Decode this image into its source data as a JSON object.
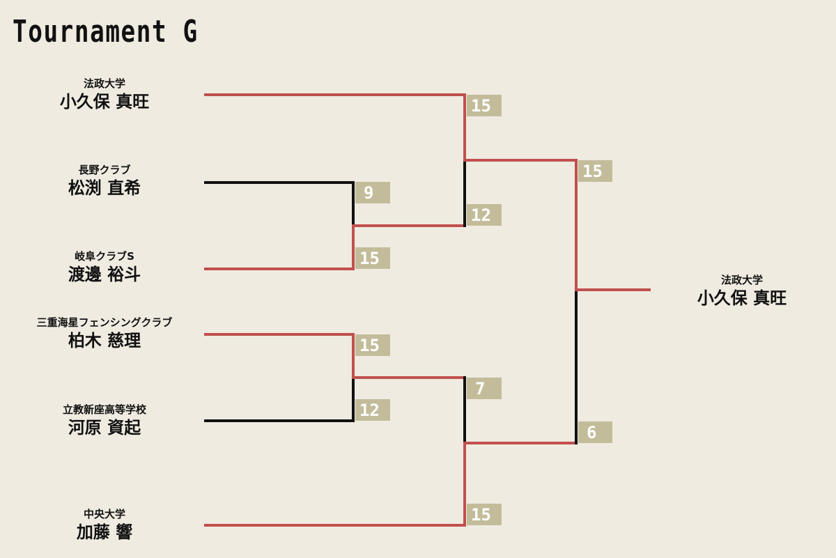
{
  "title": "Tournament G",
  "colors": {
    "background": "#efebe1",
    "winner_line": "#c0504d",
    "loser_line": "#111111",
    "score_box": "#c3bc9a"
  },
  "players": [
    {
      "affiliation": "法政大学",
      "name": "小久保 真旺"
    },
    {
      "affiliation": "長野クラブ",
      "name": "松渕 直希"
    },
    {
      "affiliation": "岐阜クラブS",
      "name": "渡邊 裕斗"
    },
    {
      "affiliation": "三重海星フェンシングクラブ",
      "name": "柏木 慈理"
    },
    {
      "affiliation": "立教新座高等学校",
      "name": "河原 資起"
    },
    {
      "affiliation": "中央大学",
      "name": "加藤 響"
    }
  ],
  "scores": {
    "r1_a_top": "9",
    "r1_a_bottom": "15",
    "r1_b_top": "15",
    "r1_b_bottom": "12",
    "r2_a_top": "15",
    "r2_a_bottom": "12",
    "r2_b_top": "7",
    "r2_b_bottom": "15",
    "final_top": "15",
    "final_bottom": "6"
  },
  "champion": {
    "affiliation": "法政大学",
    "name": "小久保 真旺"
  }
}
